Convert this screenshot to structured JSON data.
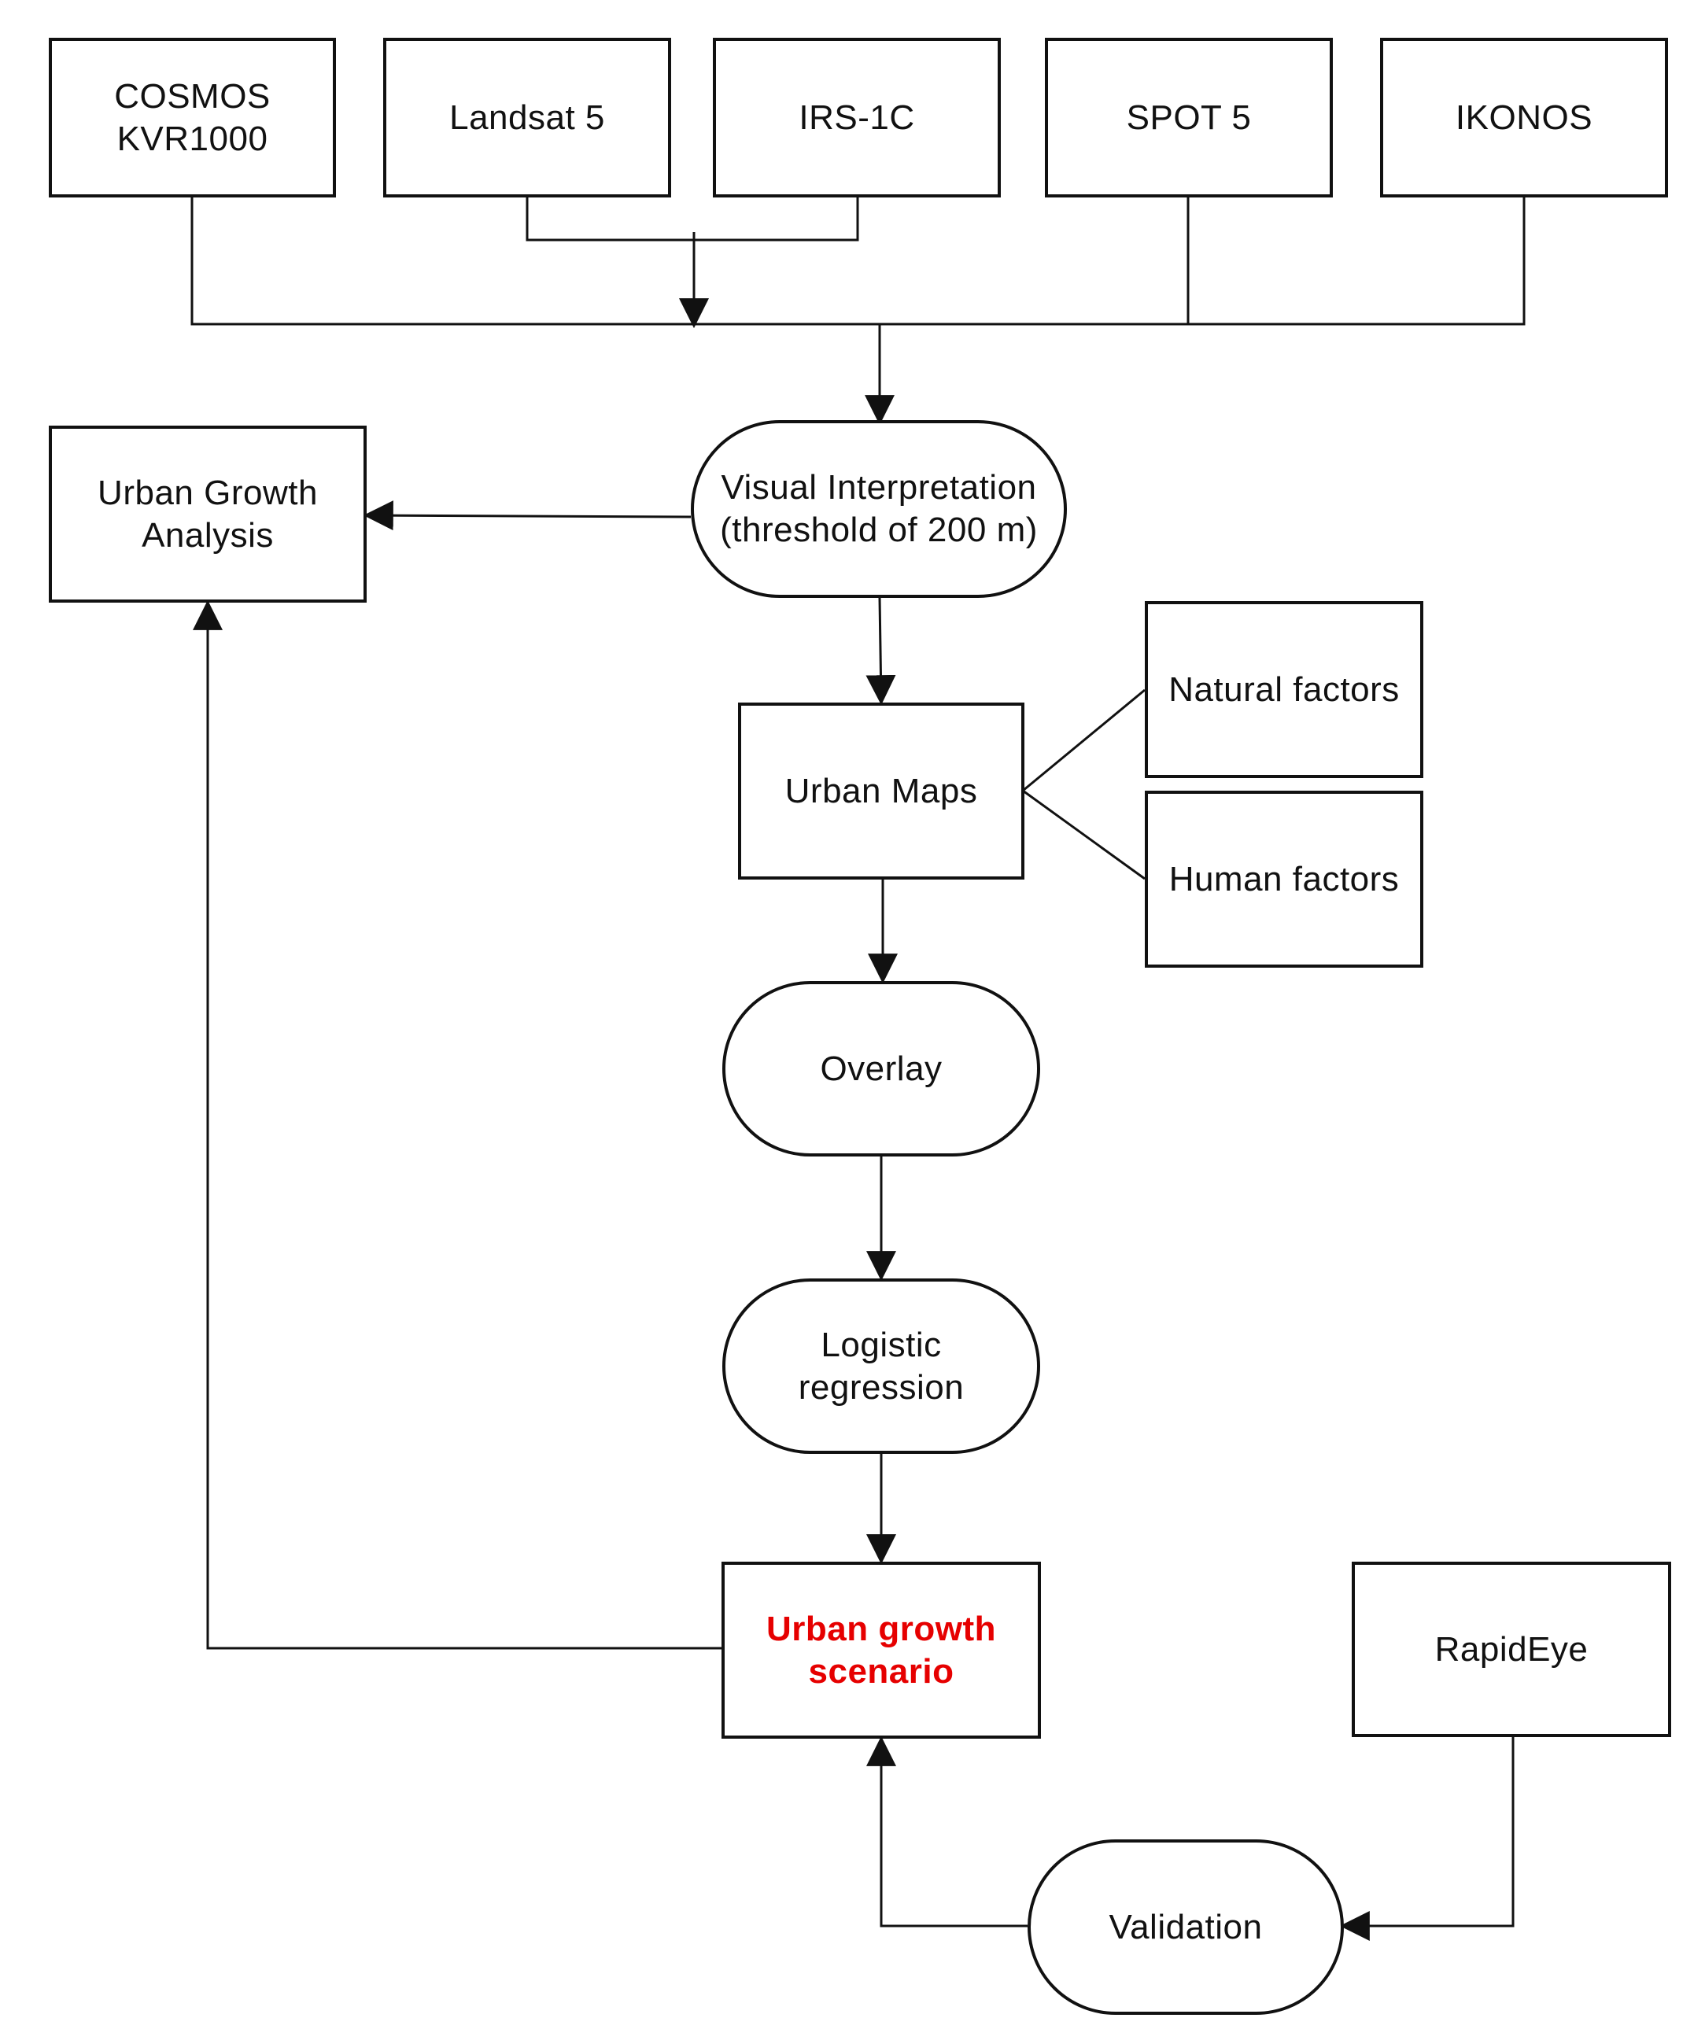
{
  "diagram": {
    "sources": {
      "cosmos": "COSMOS\nKVR1000",
      "landsat": "Landsat 5",
      "irs": "IRS-1C",
      "spot": "SPOT 5",
      "ikonos": "IKONOS"
    },
    "urban_growth_analysis": "Urban Growth\nAnalysis",
    "visual_interpretation": "Visual Interpretation\n(threshold of 200 m)",
    "urban_maps": "Urban Maps",
    "natural_factors": "Natural factors",
    "human_factors": "Human factors",
    "overlay": "Overlay",
    "logistic_regression": "Logistic\nregression",
    "urban_growth_scenario": "Urban growth\nscenario",
    "rapideye": "RapidEye",
    "validation": "Validation",
    "colors": {
      "stroke": "#111111",
      "highlight": "#e60000"
    }
  }
}
